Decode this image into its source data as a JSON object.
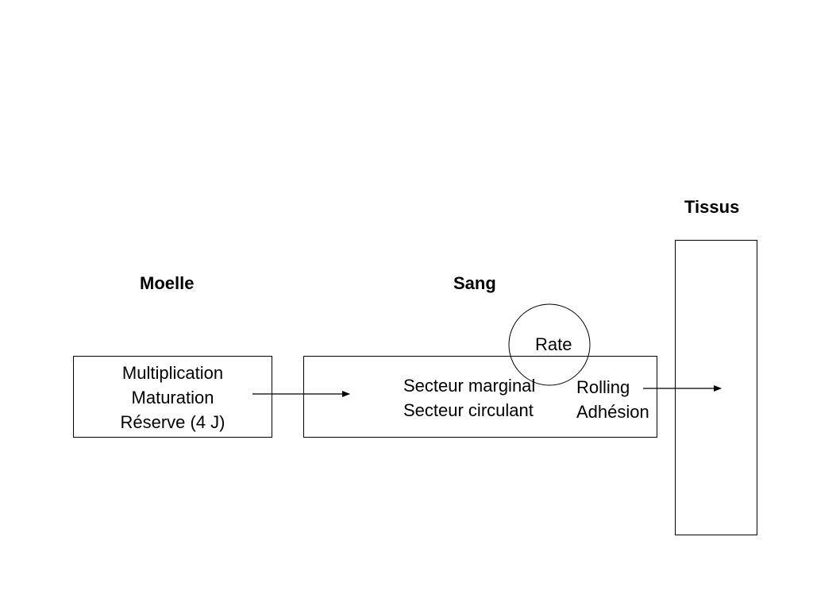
{
  "headings": {
    "moelle": "Moelle",
    "sang": "Sang",
    "tissus": "Tissus"
  },
  "moelle_box": {
    "lines": [
      "Multiplication",
      "Maturation",
      "Réserve (4 J)"
    ]
  },
  "sang_box": {
    "lines": [
      "Secteur marginal",
      "Secteur circulant"
    ]
  },
  "rate": "Rate",
  "transit": {
    "lines": [
      "Rolling",
      "Adhésion"
    ]
  }
}
